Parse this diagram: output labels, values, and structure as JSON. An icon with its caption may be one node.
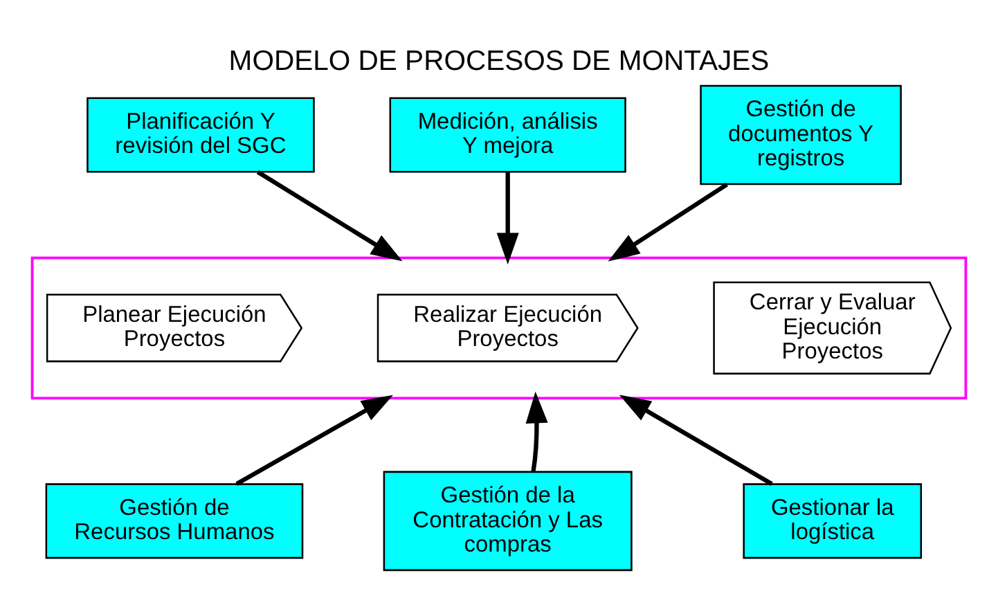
{
  "diagram": {
    "title": "MODELO DE PROCESOS DE MONTAJES",
    "nodes": [
      {
        "text": [
          "Planificación Y revisión del SGC"
        ]
      },
      {
        "text": [
          "Medición, análisis Y mejora"
        ]
      },
      {
        "text": [
          "Gestión de documentos Y registros"
        ]
      },
      {
        "text": [],
        "shape": "box"
      },
      {
        "text": [
          "Planear Ejecución Proyectos"
        ],
        "in": 3
      },
      {
        "text": [
          "Realizar Ejecución Proyectos"
        ],
        "in": 3
      },
      {
        "text": [
          "Cerrar y Evaluar Ejecución Proyectos"
        ],
        "in": 3
      },
      {
        "text": [
          "Gestión de Recursos Humanos"
        ]
      },
      {
        "text": [
          "Gestión de la Contratación y Las compras"
        ]
      },
      {
        "text": [
          "Gestionar la logística"
        ]
      }
    ],
    "edges": [
      {
        "from": 0,
        "to": 3,
        "arrow": "to"
      },
      {
        "from": 1,
        "to": 3,
        "arrow": "to"
      },
      {
        "from": 2,
        "to": 3,
        "arrow": "to"
      },
      {
        "from": 7,
        "to": 3,
        "arrow": "to"
      },
      {
        "from": 8,
        "to": 3,
        "arrow": "to"
      },
      {
        "from": 9,
        "to": 3,
        "arrow": "to"
      }
    ]
  }
}
